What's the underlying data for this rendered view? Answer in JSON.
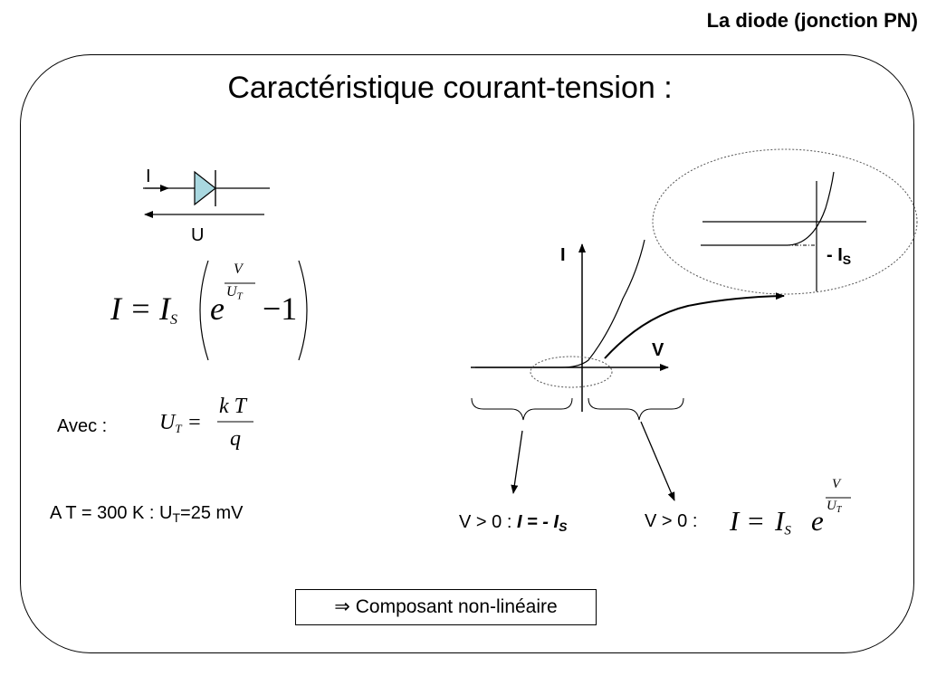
{
  "header": {
    "title": "La diode (jonction PN)"
  },
  "slide": {
    "title": "Caractéristique courant-tension :"
  },
  "diode_symbol": {
    "current_label": "I",
    "voltage_label": "U"
  },
  "equation_main": {
    "lhs": "I",
    "is_symbol": "I",
    "is_sub": "S",
    "exp_base": "e",
    "exp_num": "V",
    "exp_den": "U",
    "exp_den_sub": "T",
    "minus_one": "−1"
  },
  "ut_definition": {
    "prefix": "Avec :",
    "symbol": "U",
    "symbol_sub": "T",
    "numerator": "k T",
    "denominator": "q"
  },
  "ut_value": {
    "text": "A T = 300 K : U",
    "sub": "T",
    "rest": "=25 mV"
  },
  "graph": {
    "axis_i": "I",
    "axis_v": "V",
    "zoom_label": "- I",
    "zoom_label_sub": "S"
  },
  "regions": {
    "left_prefix": "V > 0 : ",
    "left_value": "I = - I",
    "left_value_sub": "S",
    "right_prefix": "V > 0 :",
    "right_eq_lhs": "I",
    "right_eq_is": "I",
    "right_eq_sub": "S",
    "right_eq_e": "e",
    "right_exp_num": "V",
    "right_exp_den": "U",
    "right_exp_den_sub": "T"
  },
  "conclusion": {
    "arrow": "⇒",
    "text": "Composant non-linéaire"
  }
}
